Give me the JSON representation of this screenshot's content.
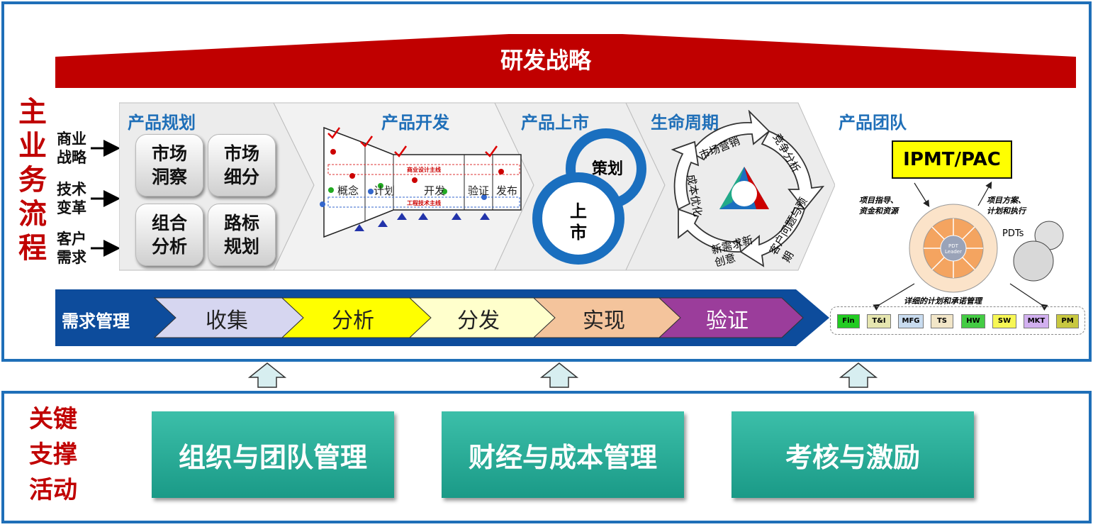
{
  "strategy": {
    "title": "研发战略"
  },
  "main_process": {
    "vertical_title": [
      "主",
      "业",
      "务",
      "流",
      "程"
    ],
    "inputs": [
      {
        "line1": "商业",
        "line2": "战略"
      },
      {
        "line1": "技术",
        "line2": "变革"
      },
      {
        "line1": "客户",
        "line2": "需求"
      }
    ],
    "product_planning": {
      "title": "产品规划",
      "buttons": [
        "市场\n洞察",
        "市场\n细分",
        "组合\n分析",
        "路标\n规划"
      ]
    },
    "product_development": {
      "title": "产品开发",
      "stages": [
        "概念",
        "计划",
        "开发",
        "验证",
        "发布"
      ],
      "business_line": "商业设计主线",
      "engineering_line": "工程技术主线"
    },
    "product_launch": {
      "title": "产品上市",
      "plan": "策划",
      "launch_line1": "上",
      "launch_line2": "市"
    },
    "lifecycle": {
      "title": "生命周期",
      "segments": [
        "市场营销",
        "竞争分析",
        "客户问题与预期",
        "新需求新创意",
        "成本优化"
      ]
    },
    "product_team": {
      "title": "产品团队",
      "ipmt": "IPMT/PAC",
      "left_note_line1": "项目指导、",
      "left_note_line2": "资金和资源",
      "right_note_line1": "项目方案、",
      "right_note_line2": "计划和执行",
      "pdts": "PDTs",
      "center": "PDT Leader",
      "bottom_note": "详细的计划和承诺管理",
      "functions": [
        {
          "label": "Fin",
          "color": "#22cc22"
        },
        {
          "label": "T&I",
          "color": "#e6e6b0"
        },
        {
          "label": "MFG",
          "color": "#c9dcf0"
        },
        {
          "label": "TS",
          "color": "#f2e6c8"
        },
        {
          "label": "HW",
          "color": "#44cc44"
        },
        {
          "label": "SW",
          "color": "#f7f755"
        },
        {
          "label": "MKT",
          "color": "#d2b0f0"
        },
        {
          "label": "PM",
          "color": "#c8c840"
        }
      ]
    },
    "requirements": {
      "title": "需求管理",
      "steps": [
        {
          "label": "收集",
          "color": "#d6d6f0"
        },
        {
          "label": "分析",
          "color": "#ffff00"
        },
        {
          "label": "分发",
          "color": "#ffffcc"
        },
        {
          "label": "实现",
          "color": "#f4c49c"
        },
        {
          "label": "验证",
          "color": "#9b3d9b"
        }
      ]
    }
  },
  "support": {
    "vertical_title": [
      "关键",
      "支撑",
      "活动"
    ],
    "items": [
      "组织与团队管理",
      "财经与成本管理",
      "考核与激励"
    ]
  },
  "colors": {
    "red": "#c00000",
    "blue": "#1f6fb8",
    "navy": "#0d4c9c",
    "teal": "#26ad96"
  }
}
